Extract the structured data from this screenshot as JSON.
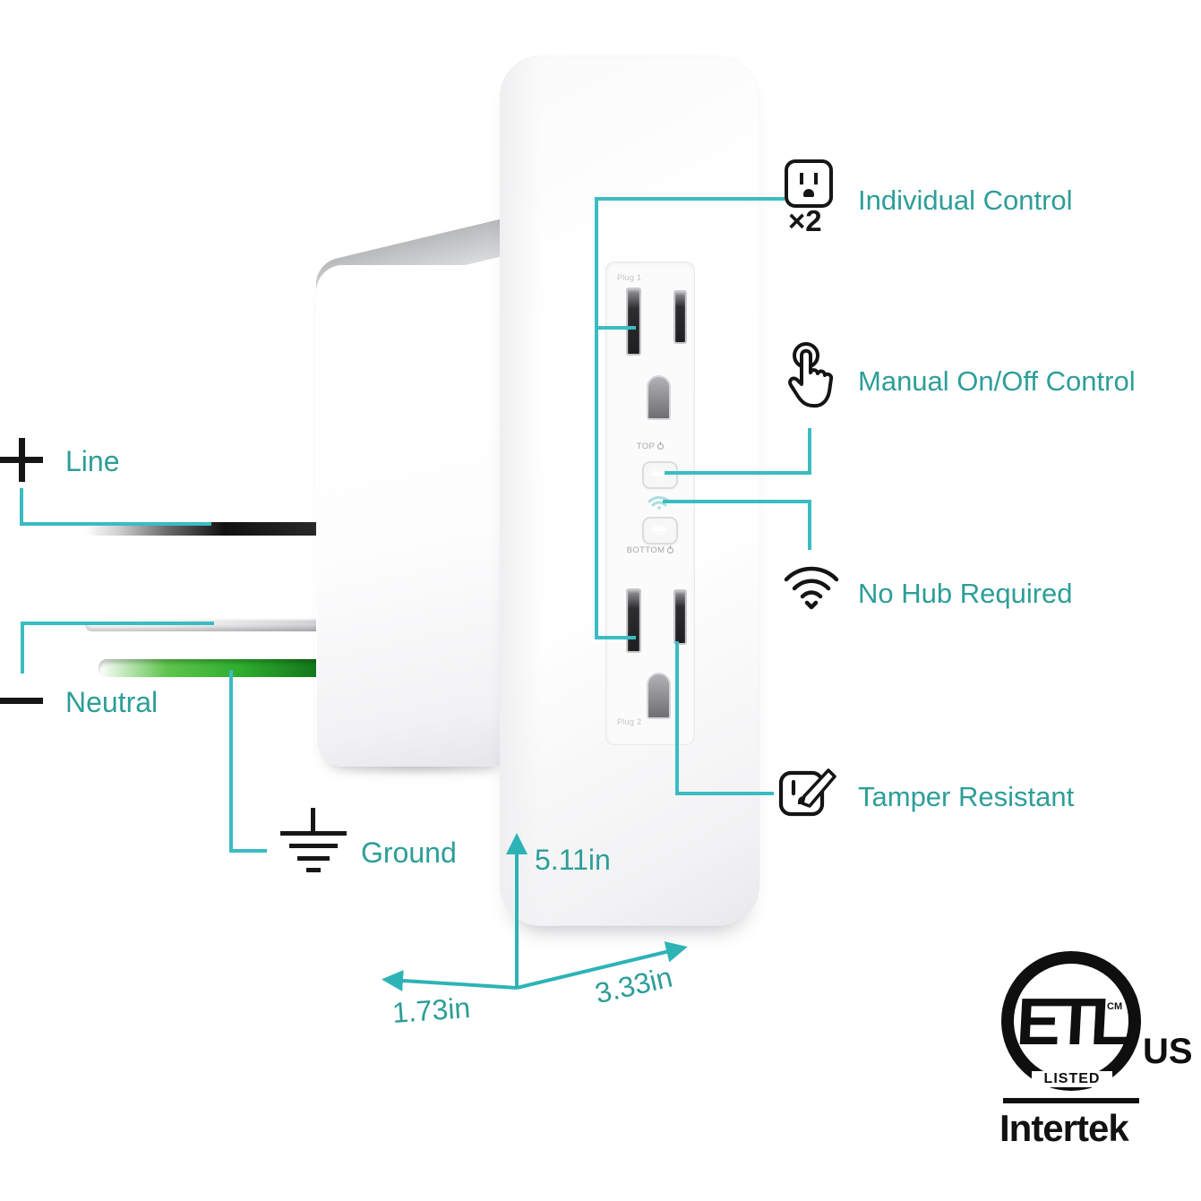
{
  "colors": {
    "label_teal": "#2D9E98",
    "connector_teal": "#3ABCC2",
    "icon_black": "#161616",
    "wire_green": "#2EAE2E"
  },
  "wiring": {
    "line_label": "Line",
    "neutral_label": "Neutral",
    "ground_label": "Ground"
  },
  "features": [
    {
      "icon": "dual-outlet-icon",
      "multiplier": "×2",
      "label": "Individual Control"
    },
    {
      "icon": "tap-hand-icon",
      "label": "Manual On/Off Control"
    },
    {
      "icon": "wifi-icon",
      "label": "No Hub Required"
    },
    {
      "icon": "tamper-resistant-outlet-icon",
      "label": "Tamper Resistant"
    }
  ],
  "outlet": {
    "plug1_label": "Plug 1",
    "plug2_label": "Plug 2",
    "top_label": "TOP",
    "bottom_label": "BOTTOM"
  },
  "dimensions": {
    "height_label": "5.11in",
    "depth_label": "1.73in",
    "width_label": "3.33in"
  },
  "certification": {
    "mark": "ETL",
    "cm": "CM",
    "listed": "LISTED",
    "region": "US",
    "company": "Intertek"
  }
}
